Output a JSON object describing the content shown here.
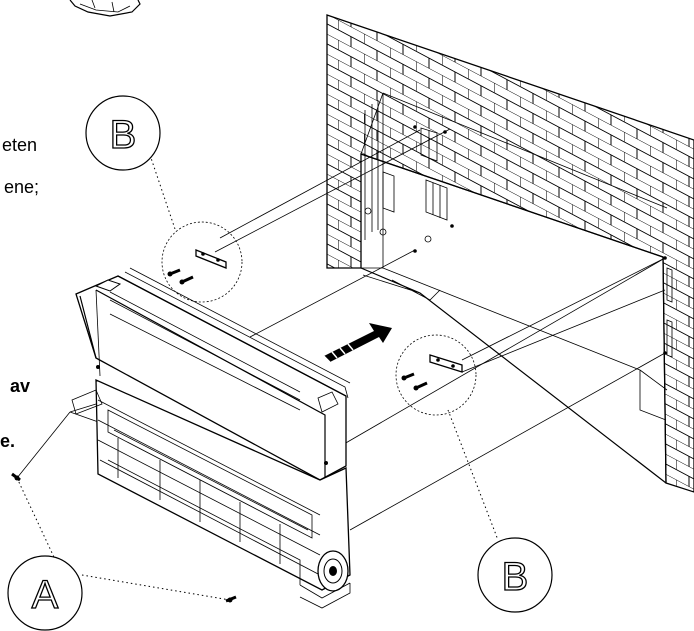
{
  "text_fragments": [
    {
      "id": "frag-1",
      "text": "eten"
    },
    {
      "id": "frag-2",
      "text": "ene;"
    },
    {
      "id": "frag-3",
      "text": "av"
    },
    {
      "id": "frag-4",
      "text": "e."
    }
  ],
  "callouts": {
    "a": {
      "label": "A"
    },
    "b_top": {
      "label": "B"
    },
    "b_bottom": {
      "label": "B"
    }
  },
  "icons": [
    "wall-opening",
    "fan-coil-unit",
    "mounting-bracket",
    "screw",
    "insert-direction-arrow"
  ]
}
